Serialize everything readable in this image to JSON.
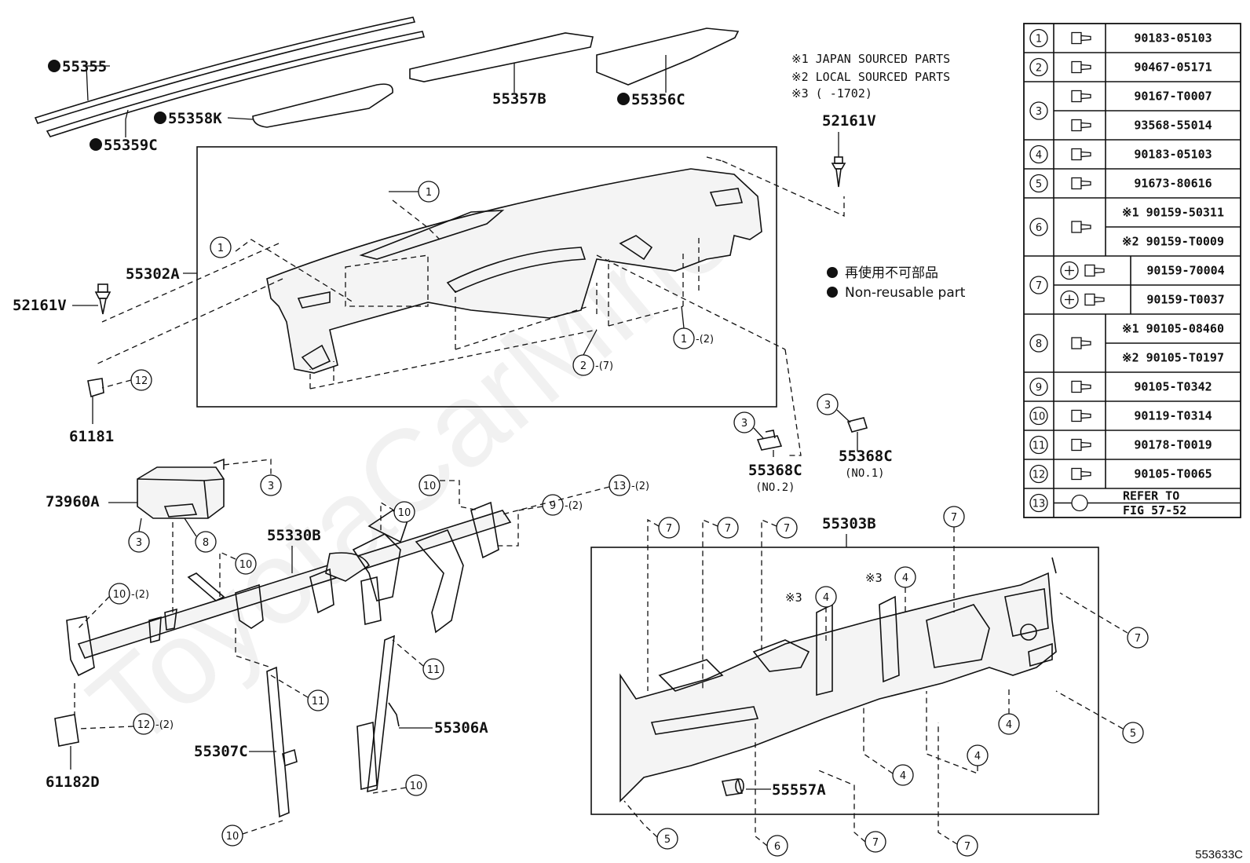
{
  "watermark": "ToyotaCarMine",
  "figure_code": "553633C",
  "notes": {
    "n1": "※1  JAPAN SOURCED PARTS",
    "n2": "※2  LOCAL SOURCED PARTS",
    "n3": "※3 (      -1702)"
  },
  "legend": {
    "jp": "再使用不可部品",
    "en": "Non-reusable part"
  },
  "parts": {
    "p55355": "55355",
    "p55359C": "55359C",
    "p55358K": "55358K",
    "p55357B": "55357B",
    "p55356C": "55356C",
    "p52161V_top": "52161V",
    "p52161V_left": "52161V",
    "p55302A": "55302A",
    "p61181": "61181",
    "p73960A": "73960A",
    "p55330B": "55330B",
    "p55368C_no2": "55368C",
    "p55368C_no2_sub": "(NO.2)",
    "p55368C_no1": "55368C",
    "p55368C_no1_sub": "(NO.1)",
    "p55303B": "55303B",
    "p55306A": "55306A",
    "p55307C": "55307C",
    "p61182D": "61182D",
    "p55557A": "55557A"
  },
  "callouts": {
    "c_1a": "1",
    "c_1b": "1",
    "c_1c": "1",
    "c_1c_q": "-(2)",
    "c_2": "2",
    "c_2_q": "-(7)",
    "c_12a": "12",
    "c_3a": "3",
    "c_3b": "3",
    "c_3c": "3",
    "c_3d": "3",
    "c_8": "8",
    "c_10a": "10",
    "c_10b": "10",
    "c_10c": "10",
    "c_10d": "10",
    "c_10d_q": "-(2)",
    "c_10e": "10",
    "c_10f": "10",
    "c_9": "9",
    "c_9_q": "-(2)",
    "c_13": "13",
    "c_13_q": "-(2)",
    "c_11a": "11",
    "c_11b": "11",
    "c_12b": "12",
    "c_12b_q": "-(2)",
    "c_7a": "7",
    "c_7b": "7",
    "c_7c": "7",
    "c_7d": "7",
    "c_7e": "7",
    "c_7f": "7",
    "c_7g": "7",
    "c_4a": "4",
    "c_4b": "4",
    "c_4c": "4",
    "c_4d": "4",
    "c_4e": "4",
    "c_4a_mark": "※3",
    "c_4b_mark": "※3",
    "c_5a": "5",
    "c_5b": "5",
    "c_6": "6"
  },
  "parts_table": [
    {
      "ref": "1",
      "numbers": [
        "90183-05103"
      ]
    },
    {
      "ref": "2",
      "numbers": [
        "90467-05171"
      ]
    },
    {
      "ref": "3",
      "numbers": [
        "90167-T0007",
        "93568-55014"
      ]
    },
    {
      "ref": "4",
      "numbers": [
        "90183-05103"
      ]
    },
    {
      "ref": "5",
      "numbers": [
        "91673-80616"
      ]
    },
    {
      "ref": "6",
      "numbers": [
        "※1 90159-50311",
        "※2 90159-T0009"
      ]
    },
    {
      "ref": "7",
      "numbers": [
        "90159-70004",
        "90159-T0037"
      ]
    },
    {
      "ref": "8",
      "numbers": [
        "※1 90105-08460",
        "※2 90105-T0197"
      ]
    },
    {
      "ref": "9",
      "numbers": [
        "90105-T0342"
      ]
    },
    {
      "ref": "10",
      "numbers": [
        "90119-T0314"
      ]
    },
    {
      "ref": "11",
      "numbers": [
        "90178-T0019"
      ]
    },
    {
      "ref": "12",
      "numbers": [
        "90105-T0065"
      ]
    },
    {
      "ref": "13",
      "numbers": [
        "REFER TO",
        "FIG 57-52"
      ]
    }
  ]
}
